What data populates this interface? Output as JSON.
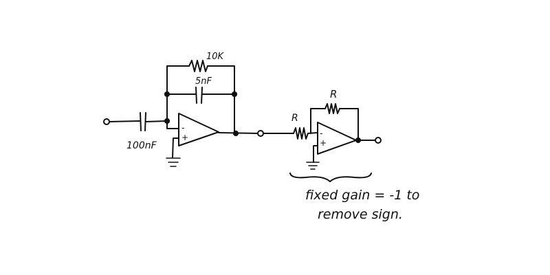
{
  "diagram": {
    "labels": {
      "feedback_resistor": "10K",
      "feedback_capacitor": "5nF",
      "input_capacitor": "100nF",
      "inverter_input_resistor": "R",
      "inverter_feedback_resistor": "R",
      "opamp1_minus": "-",
      "opamp1_plus": "+",
      "opamp2_minus": "-",
      "opamp2_plus": "+"
    },
    "annotation": {
      "line1": "fixed gain = -1  to",
      "line2": "remove sign."
    }
  },
  "colors": {
    "ink": "#111111",
    "paper": "#ffffff"
  }
}
